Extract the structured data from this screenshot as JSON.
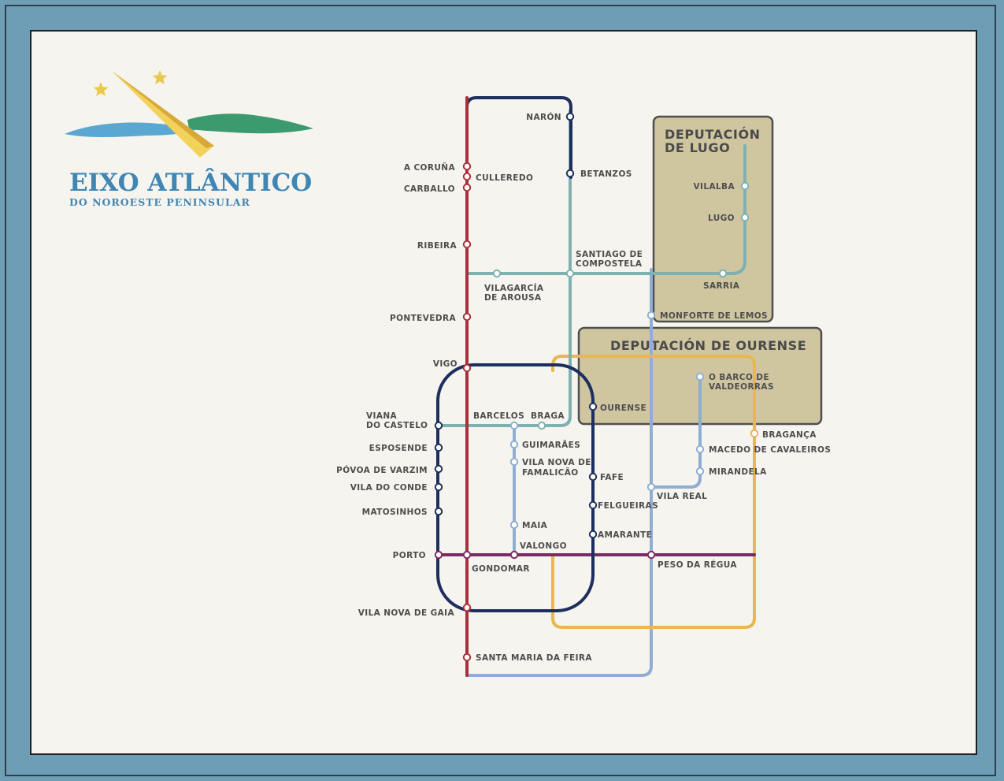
{
  "logo": {
    "title": "EIXO ATLÂNTICO",
    "subtitle": "DO NOROESTE PENINSULAR",
    "colors": {
      "text": "#3f86b3",
      "beam": "#f2d25a",
      "star": "#e9c84b",
      "land_green": "#3c9a6f",
      "land_blue": "#5aa8d2"
    }
  },
  "regions": {
    "lugo": {
      "title_line1": "DEPUTACIÓN",
      "title_line2": "DE LUGO"
    },
    "ourense": {
      "title": "DEPUTACIÓN DE OURENSE"
    }
  },
  "line_colors": {
    "red": "#a8303a",
    "navy": "#1e2e5e",
    "teal": "#7fb1b1",
    "lightblue": "#8eaed4",
    "yellow": "#e6b84f",
    "purple": "#7b2a63",
    "region_fill": "#cfc6a0",
    "region_stroke": "#4e4e4e"
  },
  "stations": {
    "naron": "NARÓN",
    "a_coruna": "A CORUÑA",
    "culleredo": "CULLEREDO",
    "carballo": "CARBALLO",
    "betanzos": "BETANZOS",
    "ribeira": "RIBEIRA",
    "santiago_1": "SANTIAGO DE",
    "santiago_2": "COMPOSTELA",
    "vilagarcia_1": "VILAGARCÍA",
    "vilagarcia_2": "DE AROUSA",
    "vilalba": "VILALBA",
    "lugo": "LUGO",
    "sarria": "SARRIA",
    "monforte": "MONFORTE DE LEMOS",
    "pontevedra": "PONTEVEDRA",
    "vigo": "VIGO",
    "viana_1": "VIANA",
    "viana_2": "DO CASTELO",
    "barcelos": "BARCELOS",
    "braga": "BRAGA",
    "ourense": "OURENSE",
    "barco_1": "O BARCO DE",
    "barco_2": "VALDEORRAS",
    "braganca": "BRAGANÇA",
    "esposende": "ESPOSENDE",
    "guimaraes": "GUIMARÃES",
    "povoa": "PÓVOA DE VARZIM",
    "famalicao_1": "VILA NOVA DE",
    "famalicao_2": "FAMALICÃO",
    "fafe": "FAFE",
    "macedo": "MACEDO DE CAVALEIROS",
    "vila_do_conde": "VILA DO CONDE",
    "mirandela": "MIRANDELA",
    "felgueiras": "FELGUEIRAS",
    "vila_real": "VILA REAL",
    "matosinhos": "MATOSINHOS",
    "maia": "MAIA",
    "amarante": "AMARANTE",
    "valongo": "VALONGO",
    "porto": "PORTO",
    "gondomar": "GONDOMAR",
    "peso_da_regua": "PESO DA RÉGUA",
    "vila_nova_de_gaia": "VILA NOVA DE GAIA",
    "santa_maria_da_feira": "SANTA MARIA DA FEIRA"
  }
}
